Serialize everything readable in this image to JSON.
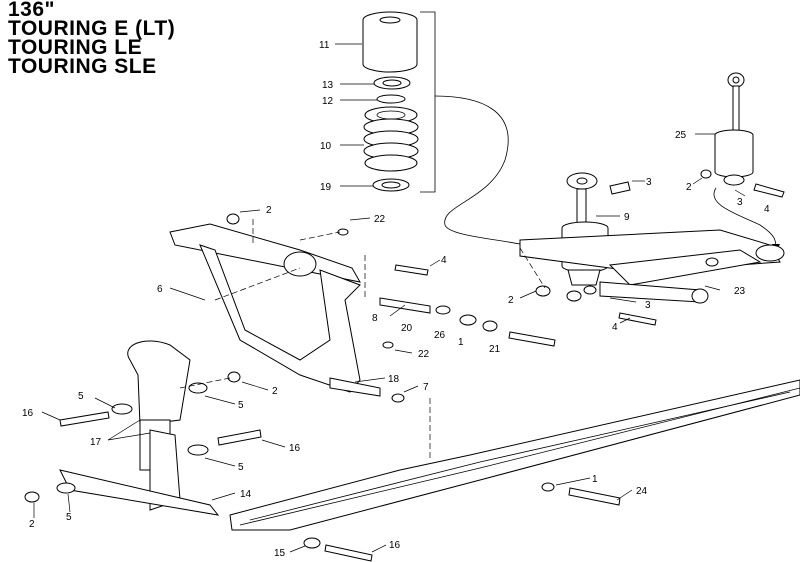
{
  "title": {
    "line1": "136\"",
    "line2": "TOURING E (LT)",
    "line3": "TOURING LE",
    "line4": "TOURING SLE"
  },
  "callouts": {
    "c11": "11",
    "c13": "13",
    "c12": "12",
    "c10": "10",
    "c19": "19",
    "c25": "25",
    "c3a": "3",
    "c2a": "2",
    "c3b": "3",
    "c4a": "4",
    "c2b": "2",
    "c22a": "22",
    "c9": "9",
    "c4b": "4",
    "c6": "6",
    "c8": "8",
    "c20": "20",
    "c26": "26",
    "c1a": "1",
    "c21": "21",
    "c23": "23",
    "c2c": "2",
    "c3c": "3",
    "c4c": "4",
    "c22b": "22",
    "c18": "18",
    "c7": "7",
    "c2d": "2",
    "c5a": "5",
    "c5b": "5",
    "c16a": "16",
    "c17": "17",
    "c16b": "16",
    "c5c": "5",
    "c14": "14",
    "c2e": "2",
    "c5d": "5",
    "c1b": "1",
    "c24": "24",
    "c15": "15",
    "c16c": "16"
  }
}
